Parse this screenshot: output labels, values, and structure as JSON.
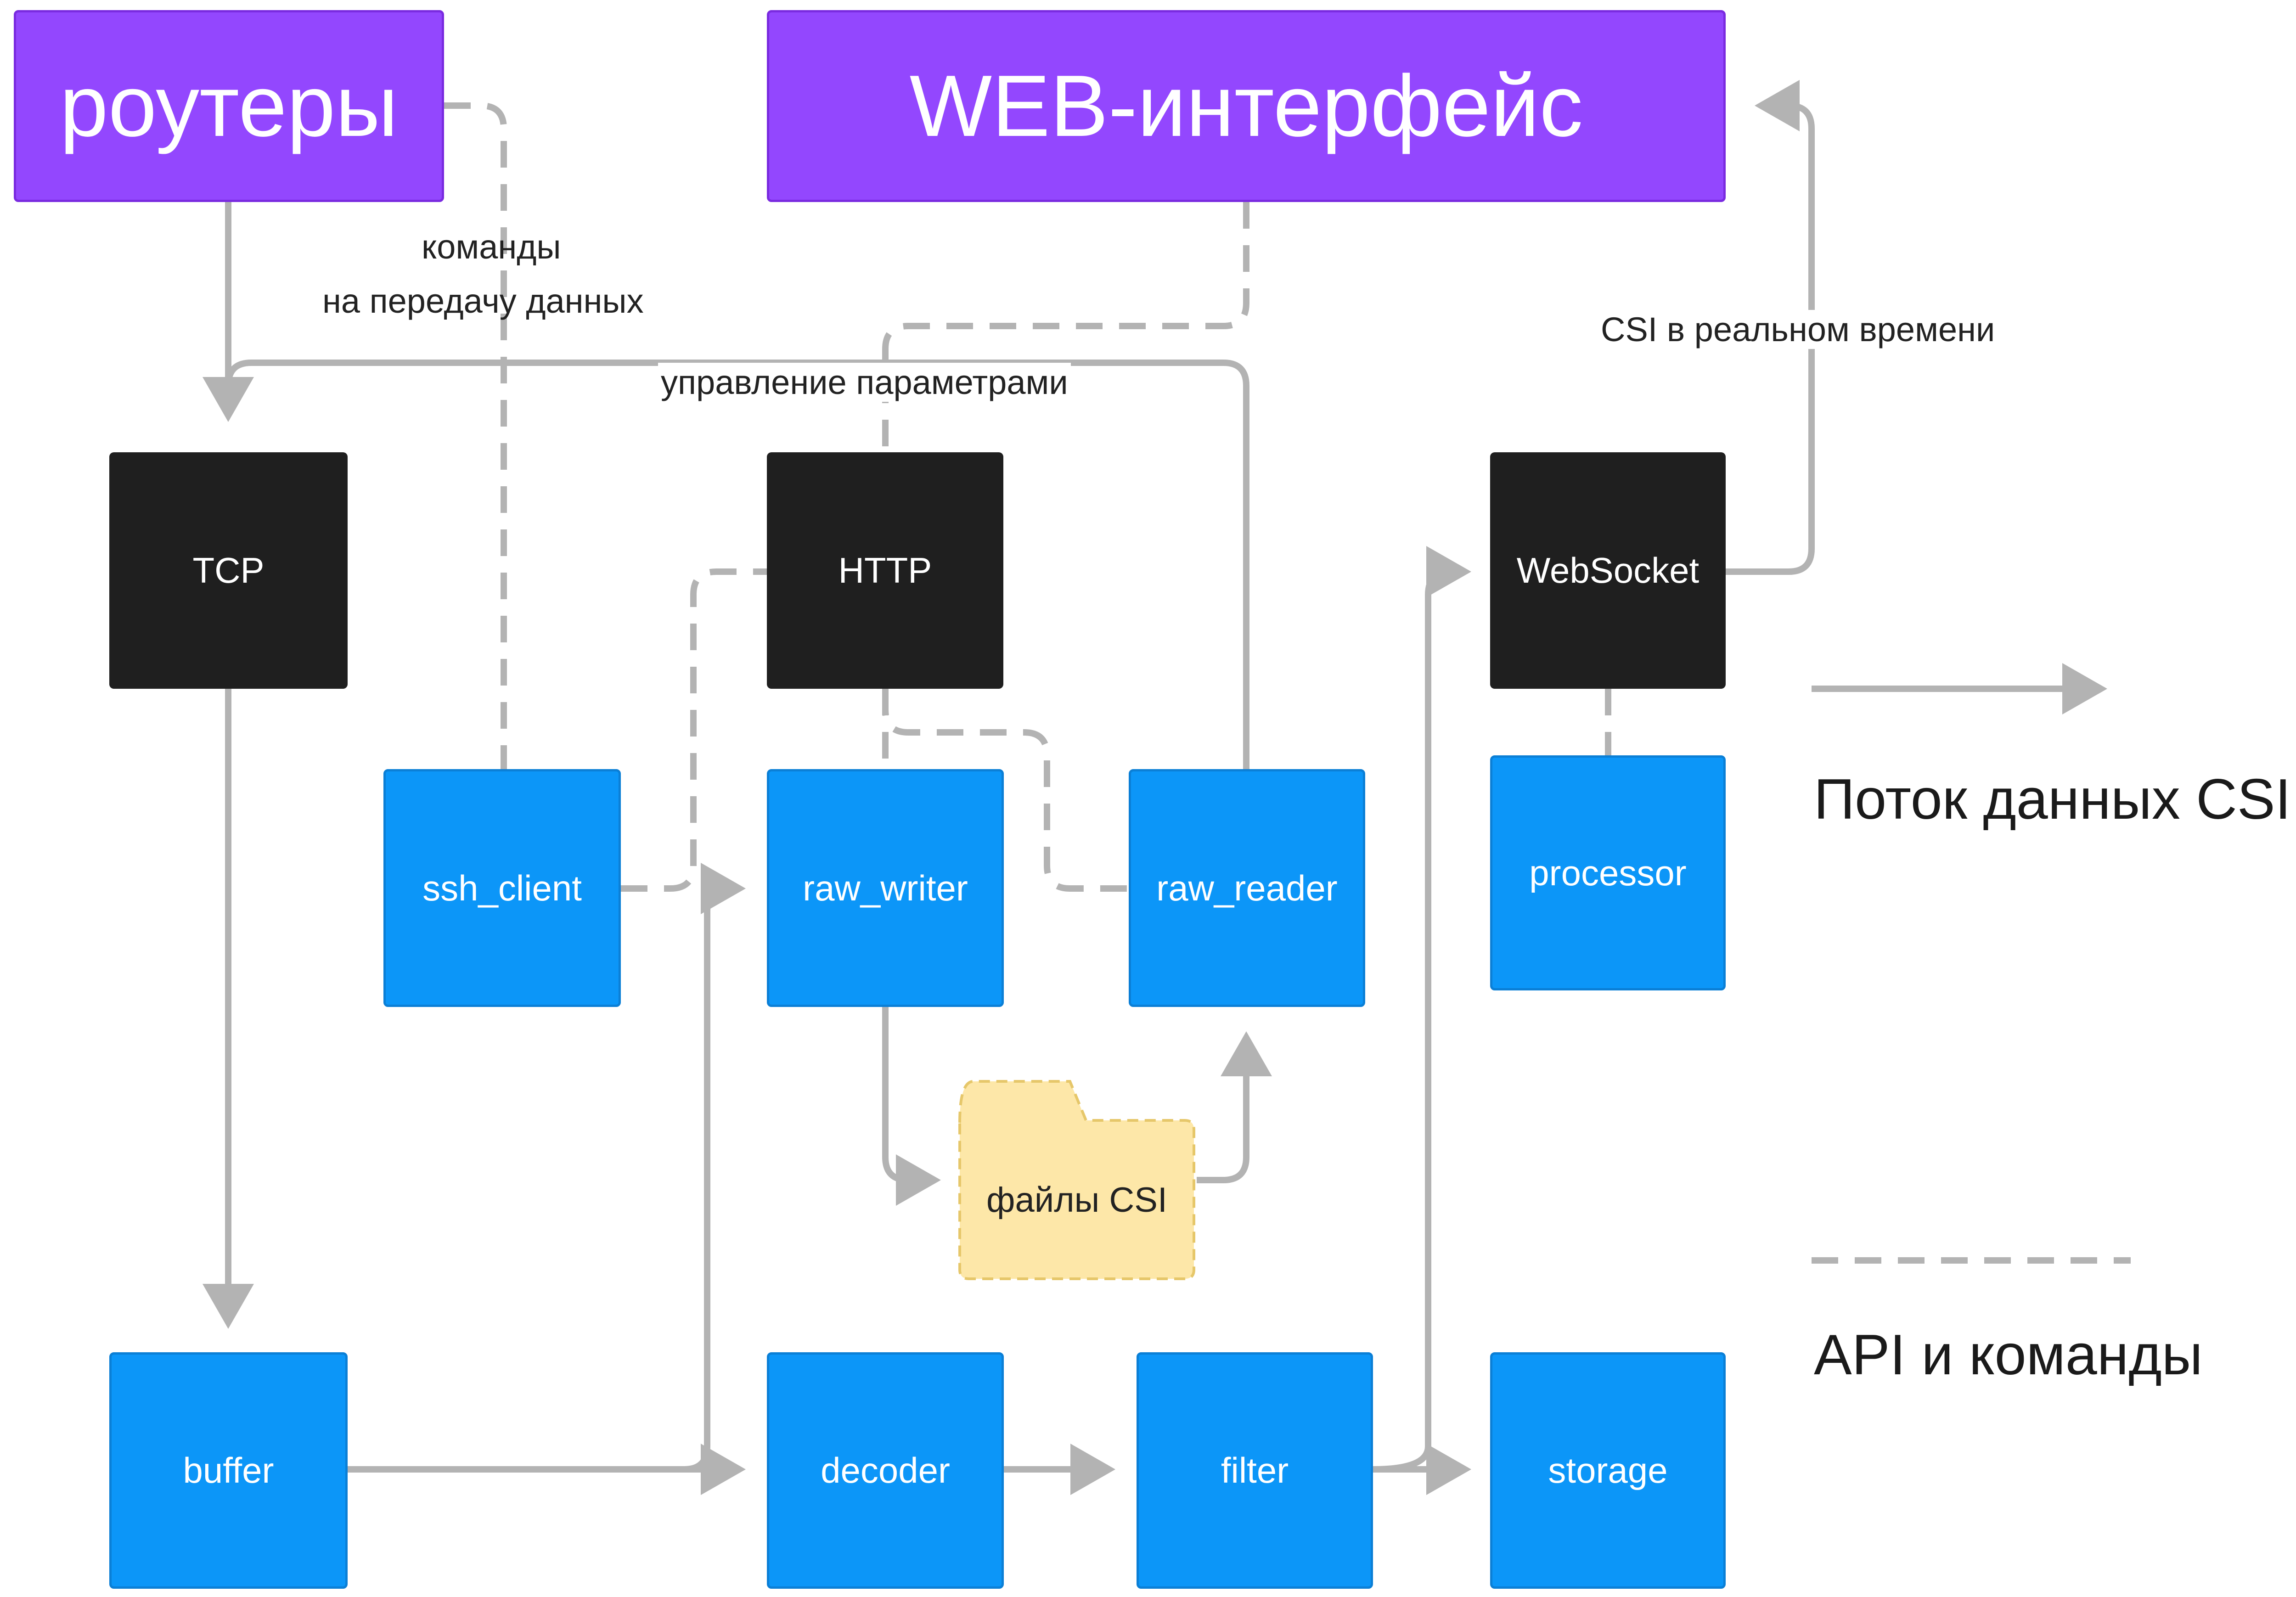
{
  "nodes": {
    "routers": "роутеры",
    "web": "WEB-интерфейс",
    "tcp": "TCP",
    "http": "HTTP",
    "websocket": "WebSocket",
    "ssh_client": "ssh_client",
    "raw_writer": "raw_writer",
    "raw_reader": "raw_reader",
    "processor": "processor",
    "buffer": "buffer",
    "decoder": "decoder",
    "filter": "filter",
    "storage": "storage",
    "csi_files": "файлы CSI"
  },
  "edge_labels": {
    "commands_line1": "команды",
    "commands_line2": "на передачу данных",
    "param_control": "управление параметрами",
    "realtime_csi": "CSI в реальном времени"
  },
  "legend": {
    "data_flow": "Поток данных CSI",
    "api_commands": "API и команды"
  },
  "colors": {
    "purple": "#9347fe",
    "black": "#1f1f1f",
    "blue": "#0c96f8",
    "folder": "#fde7a8",
    "edge": "#b3b3b3"
  }
}
